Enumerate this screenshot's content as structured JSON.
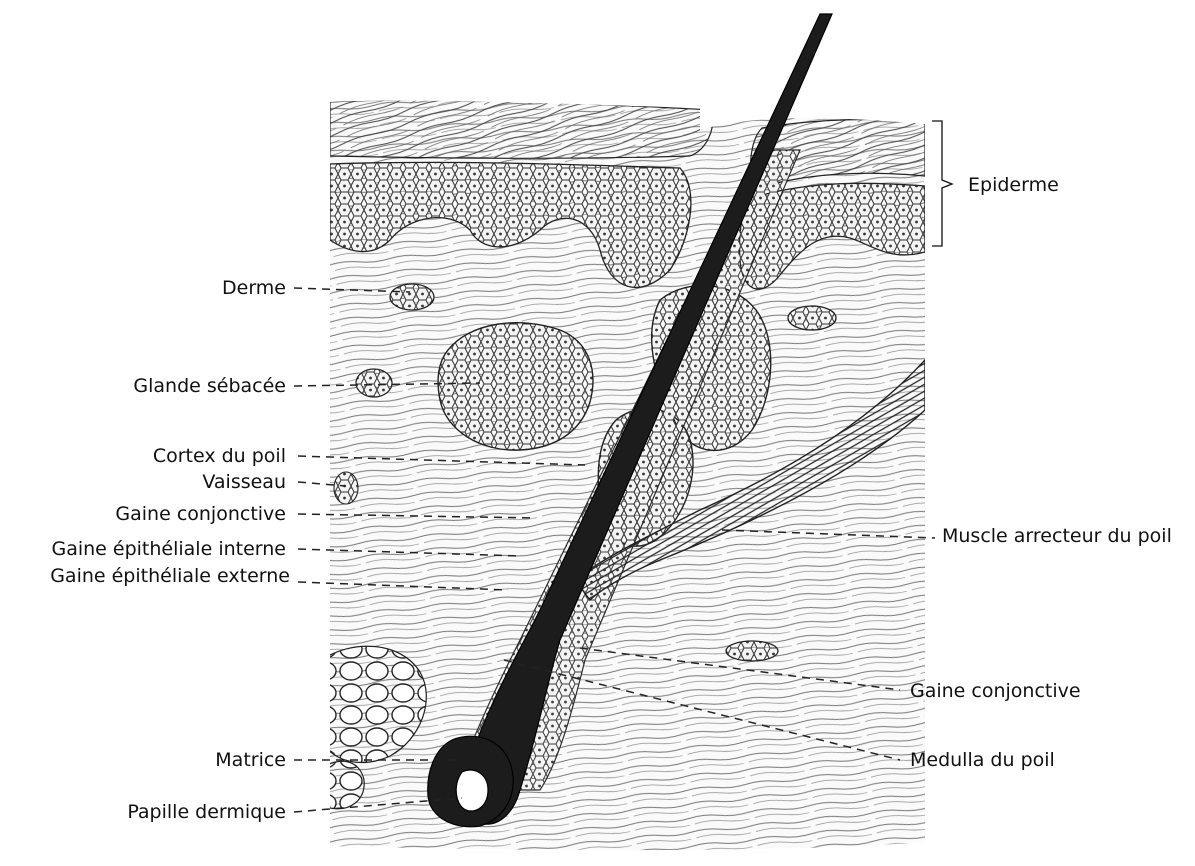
{
  "labels": {
    "epiderme": "Epiderme",
    "derme": "Derme",
    "glande_sebacee": "Glande sébacée",
    "cortex_du_poil": "Cortex du poil",
    "vaisseau": "Vaisseau",
    "gaine_conjonctive_left": "Gaine conjonctive",
    "gaine_epitheliale_interne": "Gaine épithéliale interne",
    "gaine_epitheliale_externe": "Gaine épithéliale externe",
    "matrice": "Matrice",
    "papille_dermique": "Papille dermique",
    "muscle_arrecteur": "Muscle arrecteur du poil",
    "gaine_conjonctive_right": "Gaine conjonctive",
    "medulla_du_poil": "Medulla du poil"
  }
}
